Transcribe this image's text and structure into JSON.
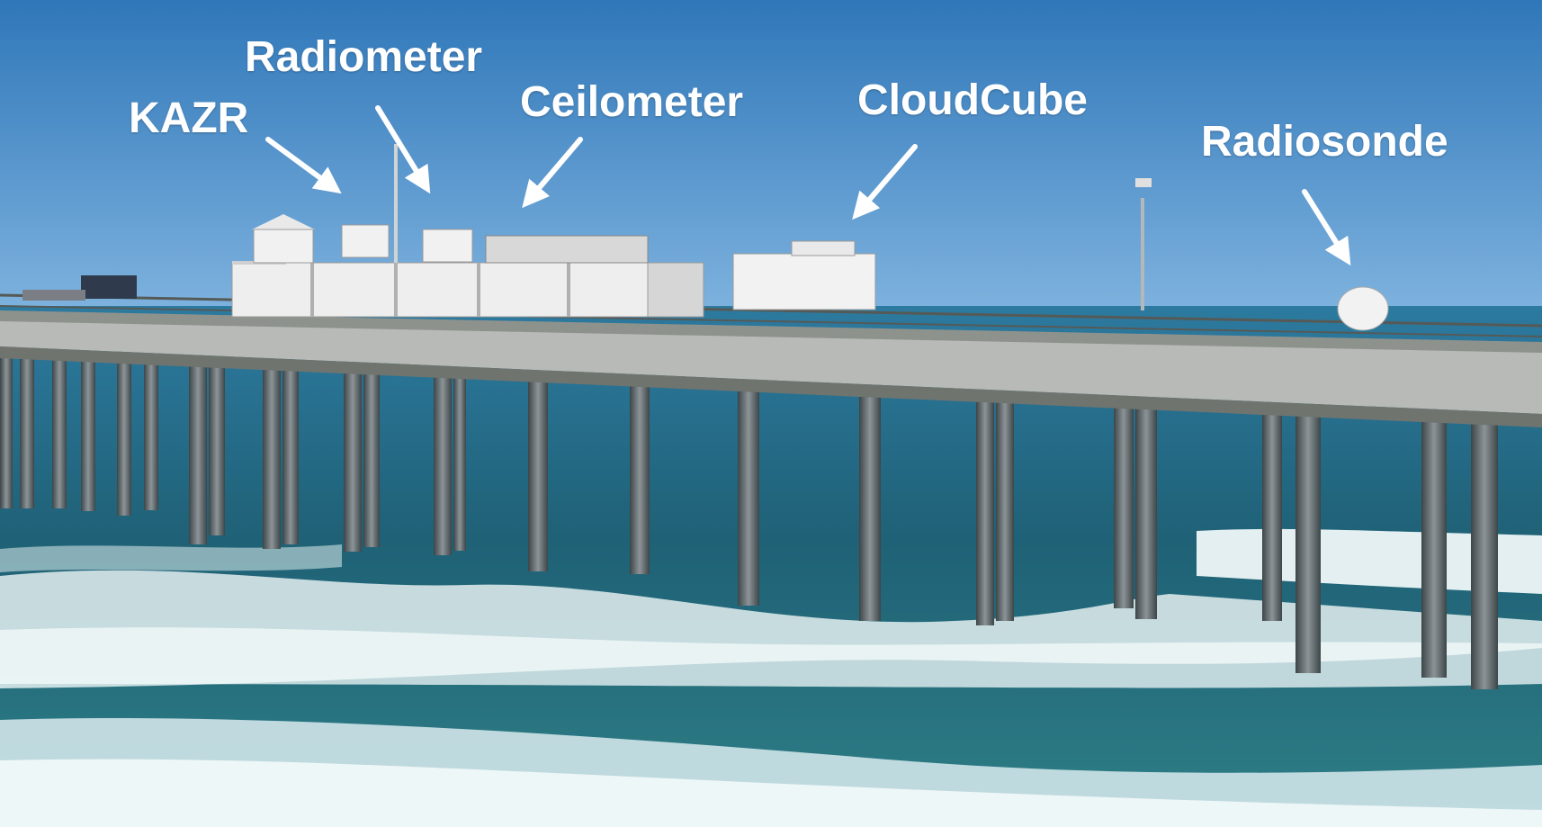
{
  "labels": {
    "kazr": "KAZR",
    "radiometer": "Radiometer",
    "ceilometer": "Ceilometer",
    "cloudcube": "CloudCube",
    "radiosonde": "Radiosonde"
  },
  "colors": {
    "sky_top": "#2f77b9",
    "sky_bottom": "#78aedc",
    "ocean": "#24738a",
    "ocean_deep": "#1d5a74",
    "surf": "#e8f3f3",
    "pier_deck": "#b9bcb8",
    "pier_shadow": "#6f746f",
    "piling": "#4f5a5e",
    "container": "#eeeeee",
    "arrow": "#ffffff",
    "label_text": "#ffffff"
  }
}
